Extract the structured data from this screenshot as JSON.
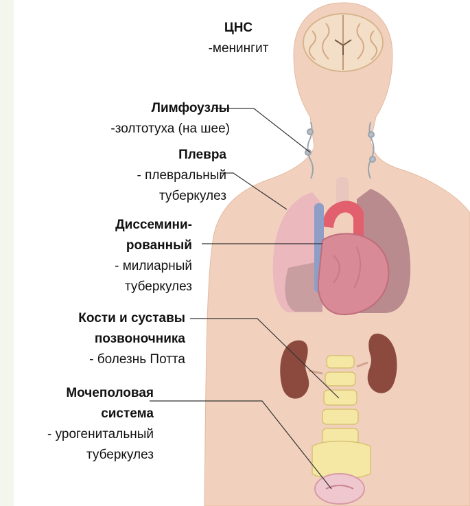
{
  "labels": {
    "cns": {
      "title": "ЦНС",
      "desc": "-менингит"
    },
    "lymph": {
      "title": "Лимфоузлы",
      "desc": "-золтотуха (на шее)"
    },
    "pleura": {
      "title": "Плевра",
      "desc1": "- плевральный",
      "desc2": "туберкулез"
    },
    "dissem": {
      "title1": "Диссемини-",
      "title2": "рованный",
      "desc1": "- милиарный",
      "desc2": "туберкулез"
    },
    "bones": {
      "title1": "Кости и суставы",
      "title2": "позвоночника",
      "desc": "- болезнь Потта"
    },
    "urogen": {
      "title1": "Мочеполовая",
      "title2": "система",
      "desc1": "- урогенитальный",
      "desc2": "туберкулез"
    }
  },
  "colors": {
    "skin": "#f1d1bd",
    "skin_edge": "#e4b9a0",
    "side_band": "#f2f6ec",
    "brain": "#f3dfc7",
    "brain_edge": "#d8b48d",
    "lung": "#b98a8e",
    "lung_light": "#e9b4bd",
    "heart": "#d88a96",
    "aorta": "#e2606e",
    "vessel_blue": "#8e9ec6",
    "kidney": "#8c4a3e",
    "spine": "#f5e7a4",
    "bladder": "#eec7cf",
    "leader": "#333333"
  },
  "icons": [
    "brain-icon",
    "lymph-node-icon",
    "lung-icon",
    "heart-icon",
    "kidney-icon",
    "spine-icon",
    "bladder-icon"
  ]
}
